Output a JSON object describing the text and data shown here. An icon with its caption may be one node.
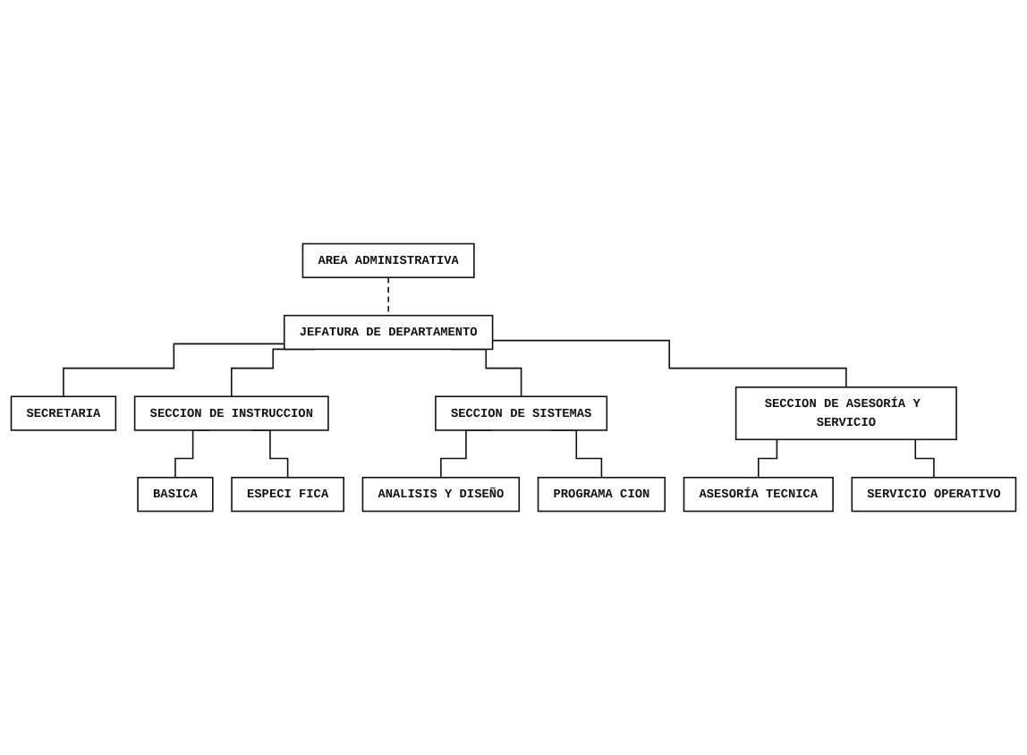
{
  "diagram": {
    "nodes": [
      {
        "text": [
          "AREA ADMINISTRATIVA"
        ]
      },
      {
        "text": [
          "JEFATURA DE DEPARTAMENTO"
        ]
      },
      {
        "text": [
          "SECRETARIA"
        ]
      },
      {
        "text": [
          "SECCION DE INSTRUCCION"
        ]
      },
      {
        "text": [
          "SECCION DE SISTEMAS"
        ]
      },
      {
        "text": [
          "SECCION DE ASESORÍA Y SERVICIO"
        ]
      },
      {
        "text": [
          "BASICA"
        ]
      },
      {
        "text": [
          "ESPECI FICA"
        ]
      },
      {
        "text": [
          "ANALISIS Y DISEÑO"
        ]
      },
      {
        "text": [
          "PROGRAMA CION"
        ]
      },
      {
        "text": [
          "ASESORÍA TECNICA"
        ]
      },
      {
        "text": [
          "SERVICIO OPERATIVO"
        ]
      }
    ],
    "edges": [
      {
        "from": 0,
        "to": 1,
        "arrow": "none",
        "style": "dashed"
      },
      {
        "from": 1,
        "to": 2,
        "arrow": "none"
      },
      {
        "from": 1,
        "to": 3,
        "arrow": "none"
      },
      {
        "from": 1,
        "to": 4,
        "arrow": "none"
      },
      {
        "from": 1,
        "to": 5,
        "arrow": "none"
      },
      {
        "from": 3,
        "to": 6,
        "arrow": "none"
      },
      {
        "from": 3,
        "to": 7,
        "arrow": "none"
      },
      {
        "from": 4,
        "to": 8,
        "arrow": "none"
      },
      {
        "from": 4,
        "to": 9,
        "arrow": "none"
      },
      {
        "from": 5,
        "to": 10,
        "arrow": "none"
      },
      {
        "from": 5,
        "to": 11,
        "arrow": "none"
      }
    ]
  }
}
